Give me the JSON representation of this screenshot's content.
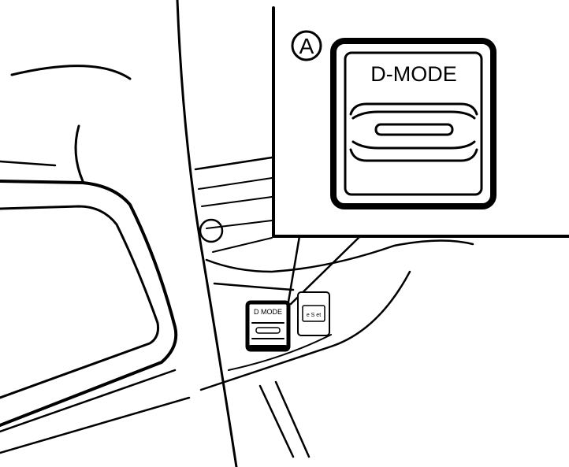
{
  "callout": {
    "letter": "A"
  },
  "switch": {
    "label": "D-MODE"
  },
  "small_switch": {
    "label": "D MODE"
  },
  "adjacent_button": {
    "label": "e S et"
  },
  "colors": {
    "ink": "#000000",
    "background": "#ffffff"
  }
}
